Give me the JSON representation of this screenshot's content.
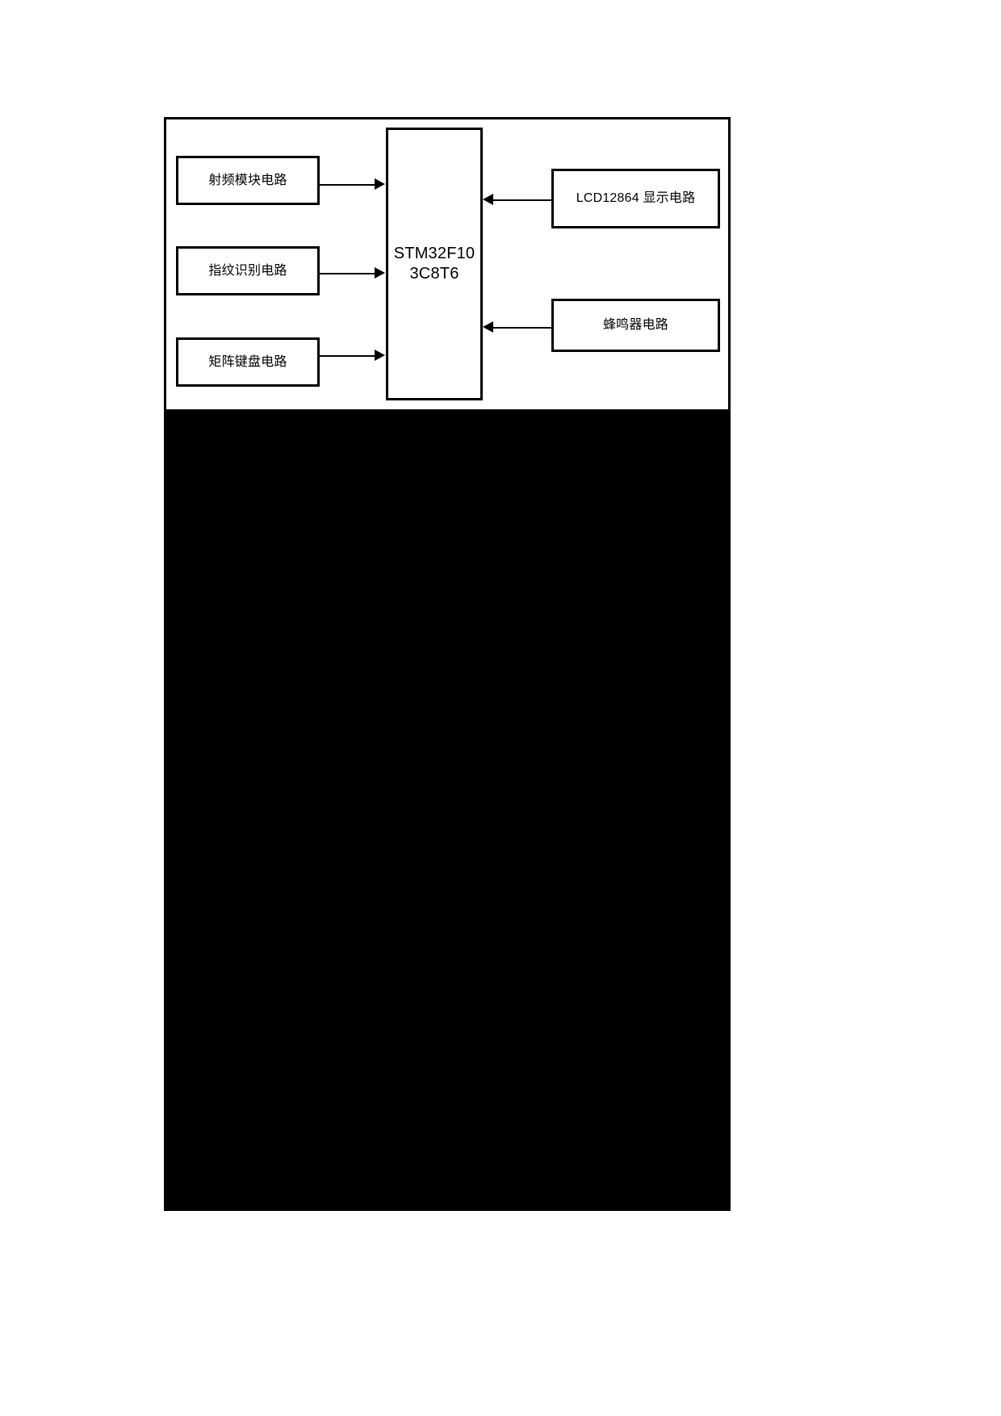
{
  "diagram": {
    "title_text": "",
    "colors": {
      "stroke": "#000000",
      "fill": "#ffffff",
      "black_block": "#000000"
    },
    "mcu": {
      "label": "STM32F103C8T6"
    },
    "inputs": [
      {
        "id": "rf",
        "label": "射频模块电路",
        "direction": "to-mcu"
      },
      {
        "id": "finger",
        "label": "指纹识别电路",
        "direction": "to-mcu"
      },
      {
        "id": "keypad",
        "label": "矩阵键盘电路",
        "direction": "to-mcu"
      }
    ],
    "outputs": [
      {
        "id": "lcd",
        "label": "LCD12864 显示电路",
        "direction": "to-mcu"
      },
      {
        "id": "buzzer",
        "label": "蜂鸣器电路",
        "direction": "to-mcu"
      }
    ]
  }
}
